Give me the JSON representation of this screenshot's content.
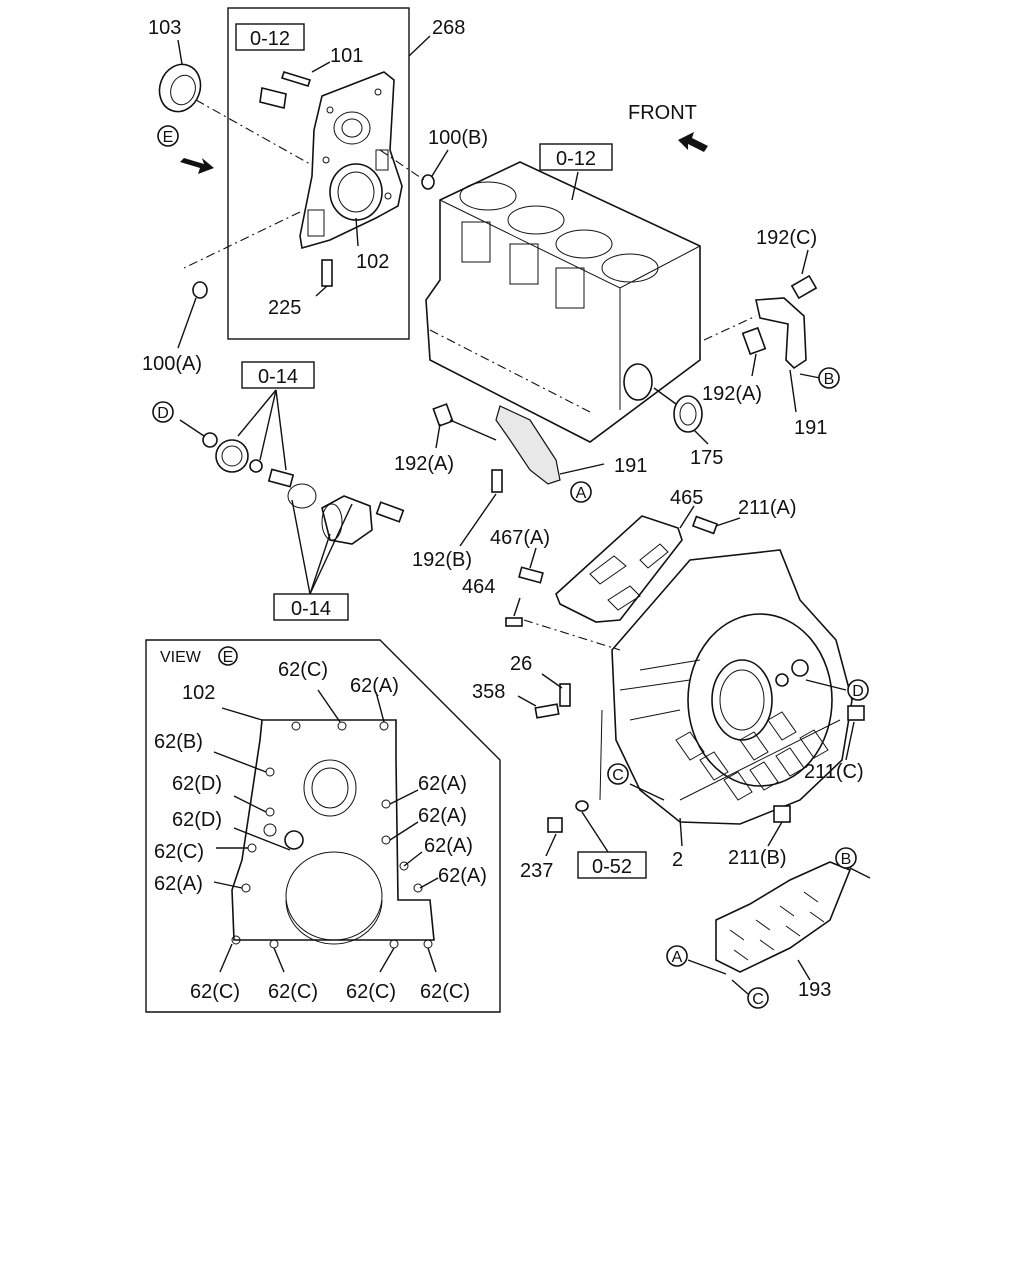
{
  "labels": {
    "front": "FRONT",
    "view": "VIEW",
    "l103": "103",
    "l268": "268",
    "l101": "101",
    "l102a": "102",
    "l225": "225",
    "l100a": "100(A)",
    "l100b": "100(B)",
    "l175": "175",
    "l191a": "191",
    "l191b": "191",
    "l192c": "192(C)",
    "l192a_r": "192(A)",
    "l192a_m": "192(A)",
    "l192b": "192(B)",
    "l465": "465",
    "l211a": "211(A)",
    "l467a": "467(A)",
    "l464": "464",
    "l26": "26",
    "l358": "358",
    "l211c": "211(C)",
    "l211b": "211(B)",
    "l2": "2",
    "l237": "237",
    "l193": "193",
    "v102": "102",
    "v62c_1": "62(C)",
    "v62a_1": "62(A)",
    "v62b": "62(B)",
    "v62d_1": "62(D)",
    "v62a_2": "62(A)",
    "v62a_3": "62(A)",
    "v62d_2": "62(D)",
    "v62a_4": "62(A)",
    "v62c_2": "62(C)",
    "v62a_5": "62(A)",
    "v62a_6": "62(A)",
    "v62c_3": "62(C)",
    "v62c_4": "62(C)",
    "v62c_5": "62(C)",
    "v62c_6": "62(C)"
  },
  "refs": {
    "r012_a": "0-12",
    "r012_b": "0-12",
    "r014_a": "0-14",
    "r014_b": "0-14",
    "r052": "0-52"
  },
  "circles": {
    "e1": "E",
    "e2": "E",
    "d1": "D",
    "d2": "D",
    "a1": "A",
    "a2": "A",
    "b1": "B",
    "b2": "B",
    "c1": "C",
    "c2": "C"
  }
}
